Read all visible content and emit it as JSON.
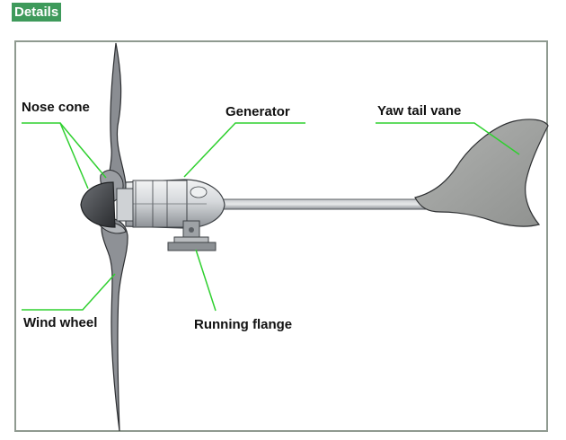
{
  "header": {
    "title": "Details"
  },
  "labels": {
    "nose_cone": "Nose cone",
    "generator": "Generator",
    "yaw_tail_vane": "Yaw tail vane",
    "wind_wheel": "Wind wheel",
    "running_flange": "Running flange"
  },
  "colors": {
    "header_bg": "#3e9a5b",
    "leader_line": "#2fd02f",
    "frame_border": "#8f9a90",
    "blade": "#8d8f93",
    "tail_vane": "#9a9c9a"
  }
}
